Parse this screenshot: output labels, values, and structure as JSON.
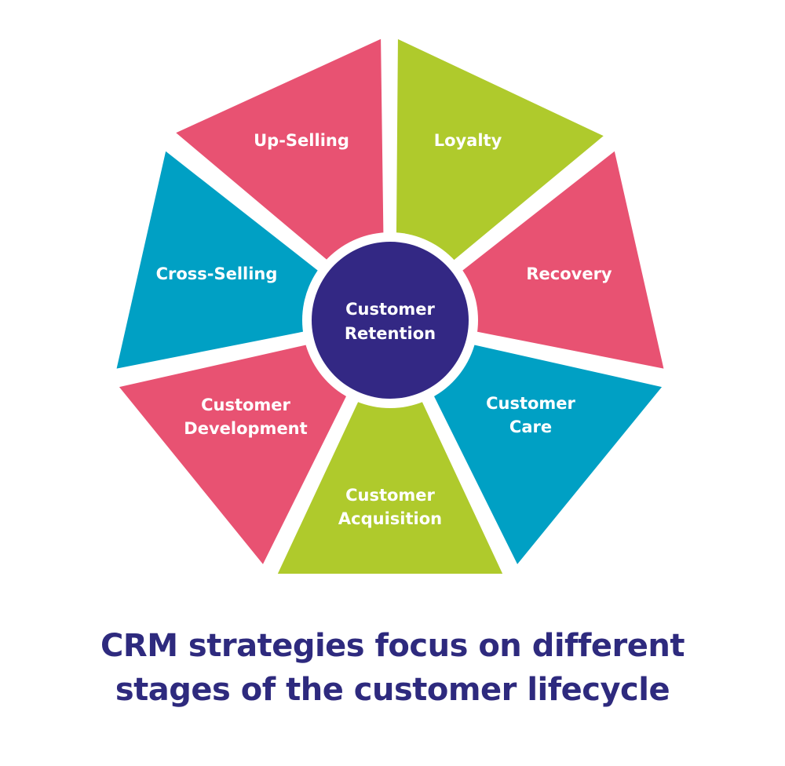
{
  "center": {
    "label_lines": [
      "Customer",
      "Retention"
    ],
    "color": "#332884"
  },
  "segments": [
    {
      "name": "up-selling",
      "label_lines": [
        "Up-Selling"
      ],
      "color": "#e85272"
    },
    {
      "name": "loyalty",
      "label_lines": [
        "Loyalty"
      ],
      "color": "#afca2c"
    },
    {
      "name": "recovery",
      "label_lines": [
        "Recovery"
      ],
      "color": "#e85272"
    },
    {
      "name": "customer-care",
      "label_lines": [
        "Customer",
        "Care"
      ],
      "color": "#00a0c4"
    },
    {
      "name": "customer-acquisition",
      "label_lines": [
        "Customer",
        "Acquisition"
      ],
      "color": "#afca2c"
    },
    {
      "name": "customer-development",
      "label_lines": [
        "Customer",
        "Development"
      ],
      "color": "#e85272"
    },
    {
      "name": "cross-selling",
      "label_lines": [
        "Cross-Selling"
      ],
      "color": "#00a0c4"
    }
  ],
  "caption": {
    "line1": "CRM strategies focus on different",
    "line2": "stages of the customer lifecycle",
    "color": "#2e2a7e"
  }
}
